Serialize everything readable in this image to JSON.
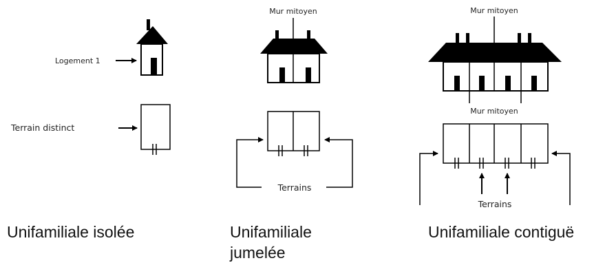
{
  "labels": {
    "logement": "Logement 1",
    "terrain_distinct": "Terrain distinct",
    "mur_mitoyen": "Mur mitoyen",
    "terrains": "Terrains"
  },
  "captions": {
    "isolee": "Unifamiliale isolée",
    "jumelee_line1": "Unifamiliale",
    "jumelee_line2": "jumelée",
    "contigue": "Unifamiliale contiguë"
  }
}
